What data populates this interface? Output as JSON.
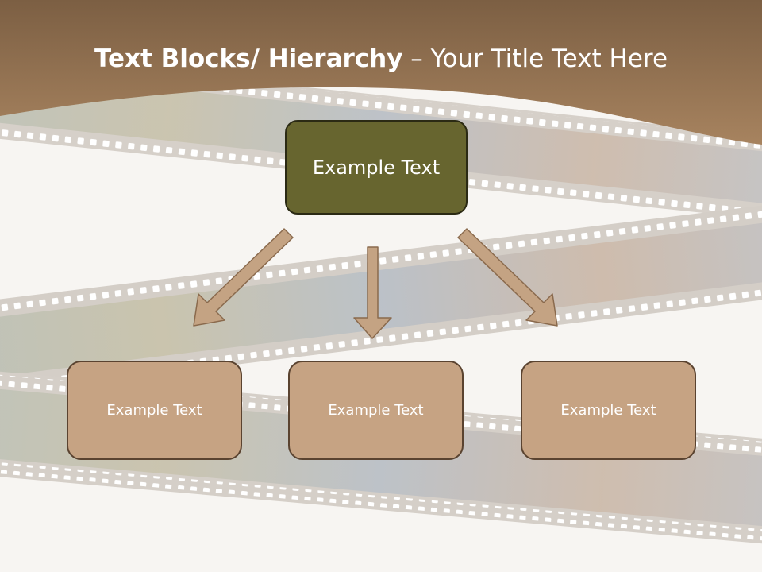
{
  "title": {
    "bold": "Text Blocks/ Hierarchy",
    "separator": " – ",
    "regular": "Your Title Text Here"
  },
  "top_box": {
    "label": "Example Text"
  },
  "children": [
    {
      "label": "Example Text"
    },
    {
      "label": "Example Text"
    },
    {
      "label": "Example Text"
    }
  ],
  "colors": {
    "header_band": "#9c7a58",
    "top_box_fill": "#67652f",
    "child_box_fill": "#c6a383",
    "arrow_fill": "#c4a383",
    "film_strip": "#d9d3cc"
  }
}
